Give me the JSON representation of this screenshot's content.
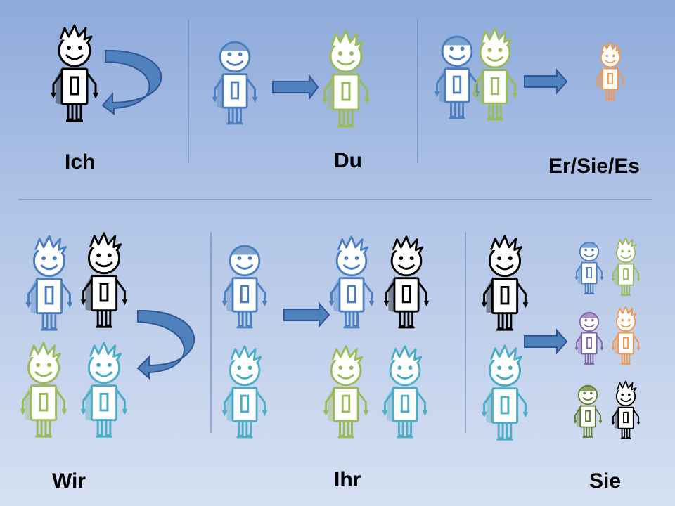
{
  "labels": {
    "ich": "Ich",
    "du": "Du",
    "er_sie_es": "Er/Sie/Es",
    "wir": "Wir",
    "ihr": "Ihr",
    "sie": "Sie"
  },
  "colors": {
    "background_top": "#8eaadb",
    "background_bottom": "#d6e0f2",
    "divider": "#5a7fbf",
    "arrow_fill": "#4f81bd",
    "arrow_stroke": "#2f5597",
    "figure_black": "#000000",
    "figure_blue": "#4a7ebf",
    "figure_green": "#9bbb59",
    "figure_orange": "#f79646",
    "figure_teal": "#4bacc6",
    "figure_purple": "#8064a2",
    "figure_darkgreen": "#5e7c2a"
  }
}
